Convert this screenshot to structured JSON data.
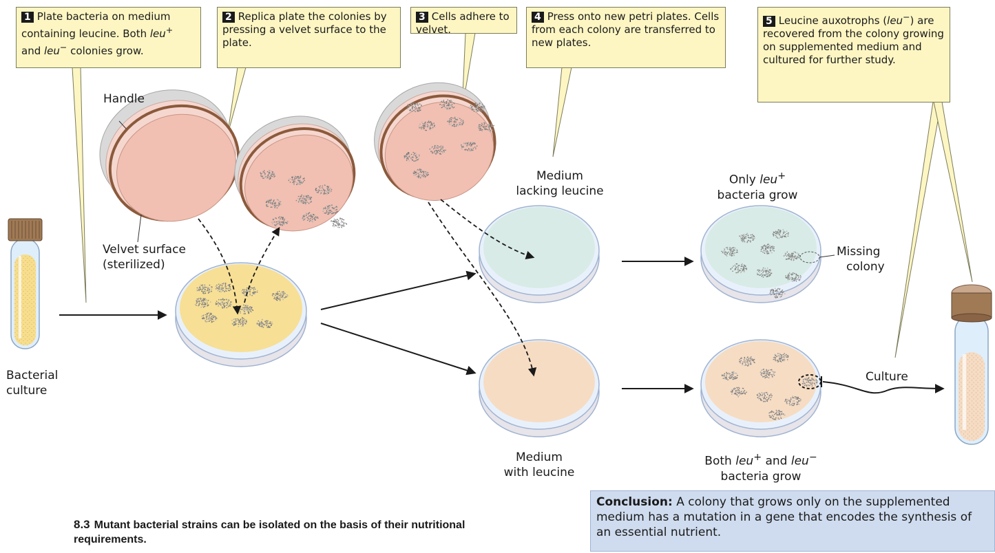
{
  "steps": [
    {
      "num": "1",
      "pre": "Plate bacteria on medium containing leucine. Both ",
      "i1": "leu",
      "s1": "+",
      "mid": " and ",
      "i2": "leu",
      "s2": "−",
      "post": " colonies grow."
    },
    {
      "num": "2",
      "text": "Replica plate the colonies by pressing a velvet surface to the plate."
    },
    {
      "num": "3",
      "text": "Cells adhere to velvet."
    },
    {
      "num": "4",
      "text": "Press onto new petri plates. Cells from each colony are transferred to new plates."
    },
    {
      "num": "5",
      "pre": "Leucine auxotrophs (",
      "i1": "leu",
      "s1": "−",
      "post": ") are recovered from the colony growing on supplemented medium and cultured for further study."
    }
  ],
  "labels": {
    "handle": "Handle",
    "velvet_1": "Velvet surface",
    "velvet_2": "(sterilized)",
    "bacterial_1": "Bacterial",
    "bacterial_2": "culture",
    "lacking_1": "Medium",
    "lacking_2": "lacking leucine",
    "with_1": "Medium",
    "with_2": "with leucine",
    "only_pre": "Only ",
    "only_i": "leu",
    "only_s": "+",
    "only_2": "bacteria grow",
    "missing_1": "Missing",
    "missing_2": "colony",
    "both_pre": "Both ",
    "both_i1": "leu",
    "both_s1": "+",
    "both_mid": " and ",
    "both_i2": "leu",
    "both_s2": "−",
    "both_2": "bacteria grow",
    "culture": "Culture"
  },
  "conclusion": {
    "bold": "Conclusion:",
    "text": " A colony that grows only on the supplemented medium has a mutation in a gene that encodes the synthesis of an essential nutrient."
  },
  "caption": {
    "figure": "8.3",
    "text": "Mutant bacterial strains can be isolated on the basis of their nutritional requirements."
  },
  "colors": {
    "callout_bg": "#fdf6c3",
    "velvet": "#f1c0b2",
    "medium_master": "#f7df95",
    "medium_lacking": "#d8ebe6",
    "medium_with": "#f6dcc3",
    "conclusion_bg": "#cfdcef"
  }
}
